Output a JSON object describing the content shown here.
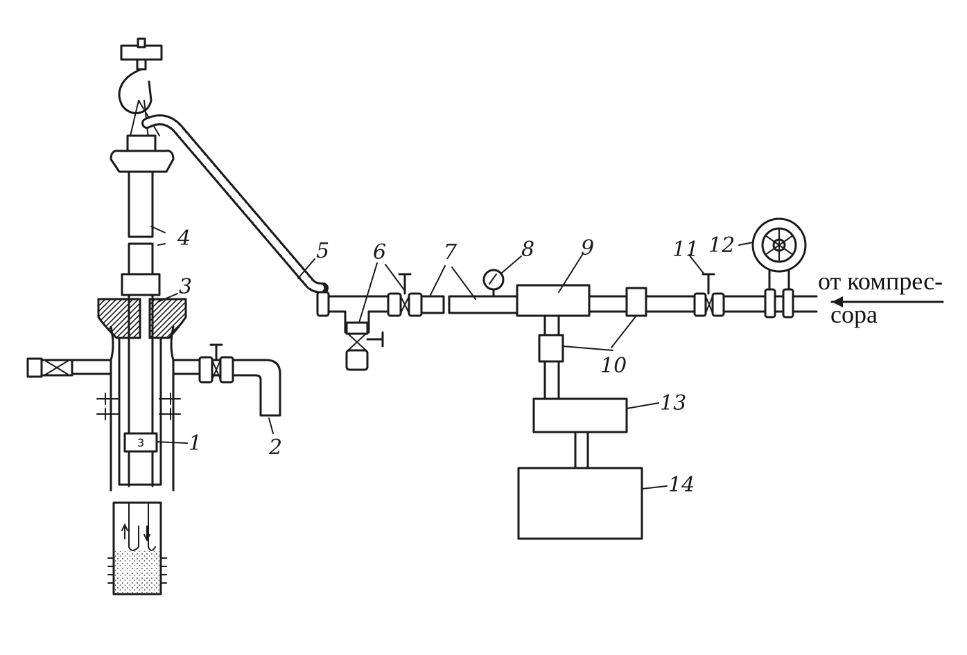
{
  "labels": {
    "l1": "1",
    "l2": "2",
    "l3": "3",
    "l4": "4",
    "l5": "5",
    "l6": "6",
    "l7": "7",
    "l8": "8",
    "l9": "9",
    "l10": "10",
    "l11": "11",
    "l12": "12",
    "l13": "13",
    "l14": "14"
  },
  "source": {
    "line1": "от компрес-",
    "line2": "сора"
  }
}
